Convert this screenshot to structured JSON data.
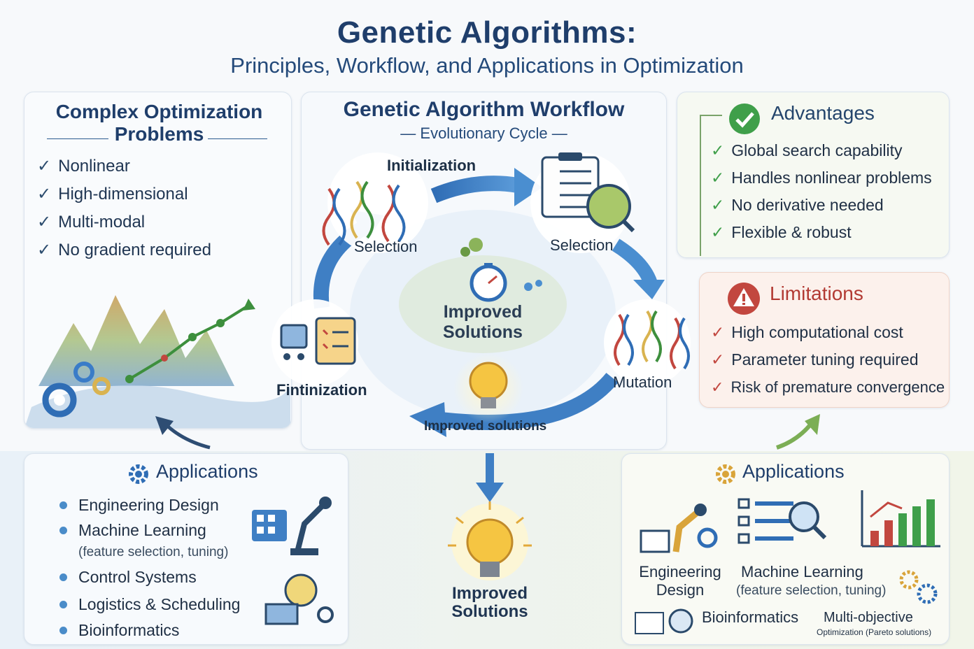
{
  "title": "Genetic Algorithms:",
  "subtitle": "Principles, Workflow, and Applications in Optimization",
  "problems": {
    "heading": "Complex Optimization Problems",
    "items": [
      "Nonlinear",
      "High-dimensional",
      "Multi-modal",
      "No gradient required"
    ]
  },
  "workflow": {
    "heading": "Genetic Algorithm Workflow",
    "subheading": "— Evolutionary Cycle —",
    "steps": {
      "initialization": "Initialization",
      "selection_left": "Selection",
      "selection_right": "Selection",
      "mutation": "Mutation",
      "fintinization": "Fintinization",
      "improved_bottom": "Improved solutions"
    },
    "center": "Improved Solutions"
  },
  "advantages": {
    "heading": "Advantages",
    "items": [
      "Global search capability",
      "Handles nonlinear problems",
      "No derivative needed",
      "Flexible & robust"
    ]
  },
  "limitations": {
    "heading": "Limitations",
    "items": [
      "High computational cost",
      "Parameter tuning required",
      "Risk of premature convergence"
    ]
  },
  "applications_left": {
    "heading": "Applications",
    "items": [
      {
        "label": "Engineering Design",
        "note": ""
      },
      {
        "label": "Machine Learning",
        "note": "(feature selection, tuning)"
      },
      {
        "label": "Control Systems",
        "note": ""
      },
      {
        "label": "Logistics & Scheduling",
        "note": ""
      },
      {
        "label": "Bioinformatics",
        "note": ""
      }
    ]
  },
  "bottom_center": "Improved Solutions",
  "applications_right": {
    "heading": "Applications",
    "engineering": "Engineering Design",
    "ml": "Machine Learning",
    "ml_note": "(feature selection, tuning)",
    "bio": "Bioinformatics",
    "multi": "Multi-objective",
    "multi_note": "Optimization (Pareto solutions)"
  },
  "colors": {
    "primary_navy": "#1f3e6b",
    "arrow_blue": "#3f7fc4",
    "advantage_green": "#3f9f4a",
    "limitation_red": "#c2473f",
    "bulb_yellow": "#f5c542"
  }
}
